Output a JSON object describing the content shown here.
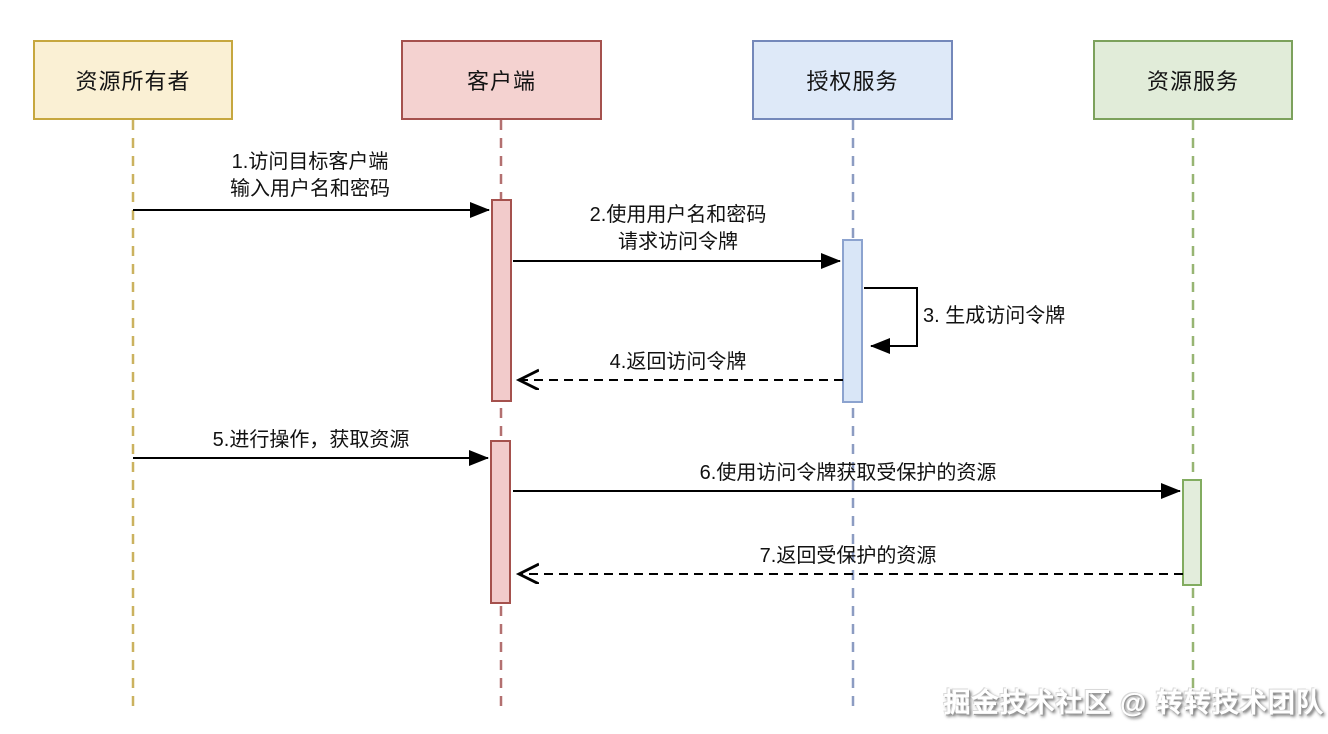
{
  "participants": [
    {
      "label": "资源所有者",
      "fill": "#FAF0D4",
      "border": "#C6A73F",
      "lifeline_color": "#CBB25F"
    },
    {
      "label": "客户端",
      "fill": "#F4D2D0",
      "border": "#A5514D",
      "lifeline_color": "#B37070"
    },
    {
      "label": "授权服务",
      "fill": "#DEE9F8",
      "border": "#7488BA",
      "lifeline_color": "#8C9CC2"
    },
    {
      "label": "资源服务",
      "fill": "#E1ECD9",
      "border": "#7CA15C",
      "lifeline_color": "#97B573"
    }
  ],
  "messages": [
    {
      "num": "1",
      "lines": [
        "1.访问目标客户端",
        "输入用户名和密码"
      ],
      "style": "solid",
      "from": "资源所有者",
      "to": "客户端"
    },
    {
      "num": "2",
      "lines": [
        "2.使用用户名和密码",
        "请求访问令牌"
      ],
      "style": "solid",
      "from": "客户端",
      "to": "授权服务"
    },
    {
      "num": "3",
      "lines": [
        "3. 生成访问令牌"
      ],
      "style": "self",
      "from": "授权服务",
      "to": "授权服务"
    },
    {
      "num": "4",
      "lines": [
        "4.返回访问令牌"
      ],
      "style": "dashed",
      "from": "授权服务",
      "to": "客户端"
    },
    {
      "num": "5",
      "lines": [
        "5.进行操作，获取资源"
      ],
      "style": "solid",
      "from": "资源所有者",
      "to": "客户端"
    },
    {
      "num": "6",
      "lines": [
        "6.使用访问令牌获取受保护的资源"
      ],
      "style": "solid",
      "from": "客户端",
      "to": "资源服务"
    },
    {
      "num": "7",
      "lines": [
        "7.返回受保护的资源"
      ],
      "style": "dashed",
      "from": "资源服务",
      "to": "客户端"
    }
  ],
  "arrow_color": "#000000",
  "watermark": "掘金技术社区 @ 转转技术团队"
}
